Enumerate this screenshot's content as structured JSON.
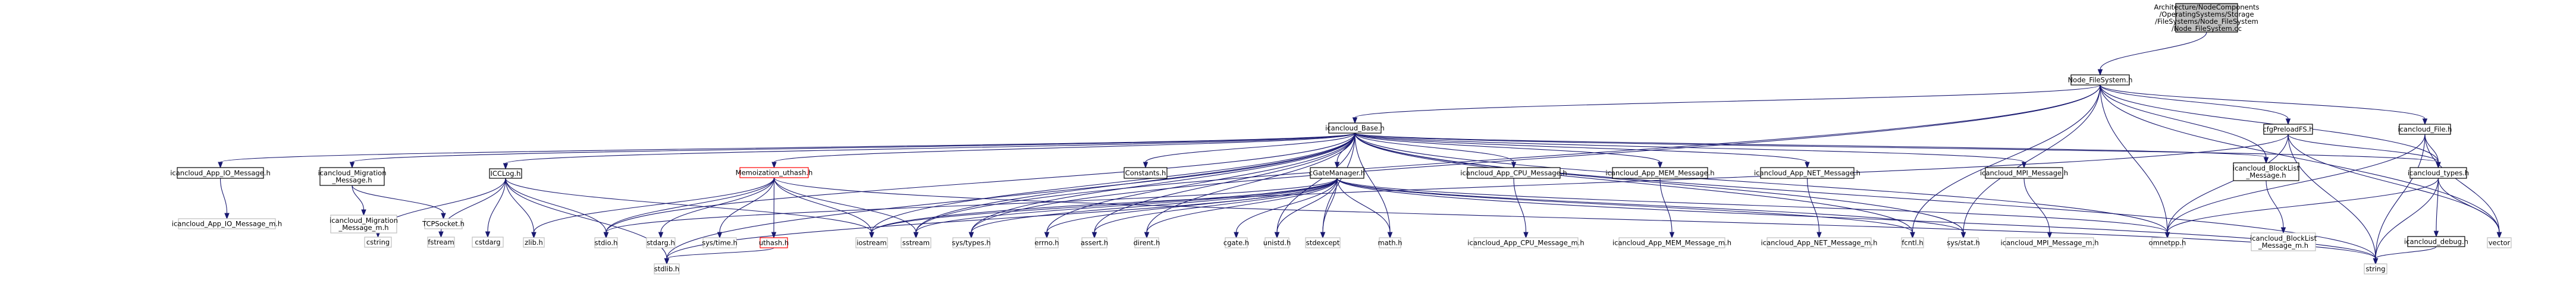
{
  "colors": {
    "edge": "#191970",
    "node_border": "#000000",
    "node_border_missing": "#bfbfbf",
    "node_border_red": "#ff0000",
    "root_fill": "#bfbfbf",
    "node_fill": "#ffffff"
  },
  "nodes": [
    {
      "id": "root",
      "style": "root",
      "lines": [
        "Architecture/NodeComponents",
        "/OperatingSystems/Storage",
        "/FileSystems/Node_FileSystem",
        "/Node_FileSystem.cc"
      ]
    },
    {
      "id": "nfs_h",
      "style": "normal",
      "lines": [
        "Node_FileSystem.h"
      ]
    },
    {
      "id": "base",
      "style": "normal",
      "lines": [
        "icancloud_Base.h"
      ]
    },
    {
      "id": "cfgpre",
      "style": "normal",
      "lines": [
        "cfgPreloadFS.h"
      ]
    },
    {
      "id": "file_h",
      "style": "normal",
      "lines": [
        "icancloud_File.h"
      ]
    },
    {
      "id": "io_msg",
      "style": "normal",
      "lines": [
        "icancloud_App_IO_Message.h"
      ]
    },
    {
      "id": "migr",
      "style": "normal",
      "lines": [
        "icancloud_Migration",
        "_Message.h"
      ]
    },
    {
      "id": "icclog",
      "style": "normal",
      "lines": [
        "ICCLog.h"
      ]
    },
    {
      "id": "memo",
      "style": "red",
      "lines": [
        "Memoization_uthash.h"
      ]
    },
    {
      "id": "consts",
      "style": "normal",
      "lines": [
        "Constants.h"
      ]
    },
    {
      "id": "cgate",
      "style": "normal",
      "lines": [
        "cGateManager.h"
      ]
    },
    {
      "id": "cpu_msg",
      "style": "normal",
      "lines": [
        "icancloud_App_CPU_Message.h"
      ]
    },
    {
      "id": "mem_msg",
      "style": "normal",
      "lines": [
        "icancloud_App_MEM_Message.h"
      ]
    },
    {
      "id": "net_msg",
      "style": "normal",
      "lines": [
        "icancloud_App_NET_Message.h"
      ]
    },
    {
      "id": "mpi_msg",
      "style": "normal",
      "lines": [
        "icancloud_MPI_Message.h"
      ]
    },
    {
      "id": "blocklist",
      "style": "normal",
      "lines": [
        "icancloud_BlockList",
        "_Message.h"
      ]
    },
    {
      "id": "types",
      "style": "normal",
      "lines": [
        "icancloud_types.h"
      ]
    },
    {
      "id": "io_msg_m",
      "style": "missing",
      "lines": [
        "icancloud_App_IO_Message_m.h"
      ]
    },
    {
      "id": "migr_m",
      "style": "missing",
      "lines": [
        "icancloud_Migration",
        "_Message_m.h"
      ]
    },
    {
      "id": "tcpsock",
      "style": "missing",
      "lines": [
        "TCPSocket.h"
      ]
    },
    {
      "id": "cstring",
      "style": "missing",
      "lines": [
        "cstring"
      ]
    },
    {
      "id": "fstream",
      "style": "missing",
      "lines": [
        "fstream"
      ]
    },
    {
      "id": "cstdarg",
      "style": "missing",
      "lines": [
        "cstdarg"
      ]
    },
    {
      "id": "zlib",
      "style": "missing",
      "lines": [
        "zlib.h"
      ]
    },
    {
      "id": "stdio",
      "style": "missing",
      "lines": [
        "stdio.h"
      ]
    },
    {
      "id": "stdarg",
      "style": "missing",
      "lines": [
        "stdarg.h"
      ]
    },
    {
      "id": "systime",
      "style": "missing",
      "lines": [
        "sys/time.h"
      ]
    },
    {
      "id": "uthash",
      "style": "red",
      "lines": [
        "uthash.h"
      ]
    },
    {
      "id": "iostream",
      "style": "missing",
      "lines": [
        "iostream"
      ]
    },
    {
      "id": "sstream",
      "style": "missing",
      "lines": [
        "sstream"
      ]
    },
    {
      "id": "systypes",
      "style": "missing",
      "lines": [
        "sys/types.h"
      ]
    },
    {
      "id": "errno",
      "style": "missing",
      "lines": [
        "errno.h"
      ]
    },
    {
      "id": "assert",
      "style": "missing",
      "lines": [
        "assert.h"
      ]
    },
    {
      "id": "dirent",
      "style": "missing",
      "lines": [
        "dirent.h"
      ]
    },
    {
      "id": "cgate_m",
      "style": "missing",
      "lines": [
        "cgate.h"
      ]
    },
    {
      "id": "unistd",
      "style": "missing",
      "lines": [
        "unistd.h"
      ]
    },
    {
      "id": "stdexcept",
      "style": "missing",
      "lines": [
        "stdexcept"
      ]
    },
    {
      "id": "math",
      "style": "missing",
      "lines": [
        "math.h"
      ]
    },
    {
      "id": "cpu_msg_m",
      "style": "missing",
      "lines": [
        "icancloud_App_CPU_Message_m.h"
      ]
    },
    {
      "id": "mem_msg_m",
      "style": "missing",
      "lines": [
        "icancloud_App_MEM_Message_m.h"
      ]
    },
    {
      "id": "net_msg_m",
      "style": "missing",
      "lines": [
        "icancloud_App_NET_Message_m.h"
      ]
    },
    {
      "id": "fcntl",
      "style": "missing",
      "lines": [
        "fcntl.h"
      ]
    },
    {
      "id": "sysstat",
      "style": "missing",
      "lines": [
        "sys/stat.h"
      ]
    },
    {
      "id": "mpi_msg_m",
      "style": "missing",
      "lines": [
        "icancloud_MPI_Message_m.h"
      ]
    },
    {
      "id": "omnetpp",
      "style": "missing",
      "lines": [
        "omnetpp.h"
      ]
    },
    {
      "id": "debug",
      "style": "normal",
      "lines": [
        "icancloud_debug.h"
      ]
    },
    {
      "id": "vector",
      "style": "missing",
      "lines": [
        "vector"
      ]
    },
    {
      "id": "blocklist_m",
      "style": "missing",
      "lines": [
        "icancloud_BlockList",
        "_Message_m.h"
      ]
    },
    {
      "id": "stdlib",
      "style": "missing",
      "lines": [
        "stdlib.h"
      ]
    },
    {
      "id": "string",
      "style": "missing",
      "lines": [
        "string"
      ]
    }
  ],
  "edges": [
    [
      "root",
      "nfs_h"
    ],
    [
      "nfs_h",
      "base"
    ],
    [
      "nfs_h",
      "cfgpre"
    ],
    [
      "nfs_h",
      "file_h"
    ],
    [
      "nfs_h",
      "blocklist"
    ],
    [
      "nfs_h",
      "types"
    ],
    [
      "nfs_h",
      "omnetpp"
    ],
    [
      "nfs_h",
      "vector"
    ],
    [
      "nfs_h",
      "sysstat"
    ],
    [
      "nfs_h",
      "fcntl"
    ],
    [
      "nfs_h",
      "systypes"
    ],
    [
      "nfs_h",
      "sstream"
    ],
    [
      "base",
      "io_msg"
    ],
    [
      "base",
      "migr"
    ],
    [
      "base",
      "icclog"
    ],
    [
      "base",
      "memo"
    ],
    [
      "base",
      "consts"
    ],
    [
      "base",
      "cgate"
    ],
    [
      "base",
      "cpu_msg"
    ],
    [
      "base",
      "mem_msg"
    ],
    [
      "base",
      "net_msg"
    ],
    [
      "base",
      "mpi_msg"
    ],
    [
      "base",
      "blocklist"
    ],
    [
      "base",
      "types"
    ],
    [
      "base",
      "omnetpp"
    ],
    [
      "base",
      "iostream"
    ],
    [
      "base",
      "sstream"
    ],
    [
      "base",
      "stdio"
    ],
    [
      "base",
      "systypes"
    ],
    [
      "base",
      "errno"
    ],
    [
      "base",
      "assert"
    ],
    [
      "base",
      "dirent"
    ],
    [
      "base",
      "unistd"
    ],
    [
      "base",
      "stdexcept"
    ],
    [
      "base",
      "math"
    ],
    [
      "base",
      "fcntl"
    ],
    [
      "base",
      "sysstat"
    ],
    [
      "base",
      "string"
    ],
    [
      "base",
      "stdlib"
    ],
    [
      "cfgpre",
      "types"
    ],
    [
      "cfgpre",
      "omnetpp"
    ],
    [
      "cfgpre",
      "iostream"
    ],
    [
      "cfgpre",
      "vector"
    ],
    [
      "cfgpre",
      "string"
    ],
    [
      "file_h",
      "types"
    ],
    [
      "file_h",
      "omnetpp"
    ],
    [
      "file_h",
      "vector"
    ],
    [
      "file_h",
      "string"
    ],
    [
      "io_msg",
      "io_msg_m"
    ],
    [
      "migr",
      "migr_m"
    ],
    [
      "migr",
      "tcpsock"
    ],
    [
      "icclog",
      "cstring"
    ],
    [
      "icclog",
      "fstream"
    ],
    [
      "icclog",
      "cstdarg"
    ],
    [
      "icclog",
      "zlib"
    ],
    [
      "icclog",
      "stdio"
    ],
    [
      "icclog",
      "stdlib"
    ],
    [
      "icclog",
      "iostream"
    ],
    [
      "memo",
      "zlib"
    ],
    [
      "memo",
      "stdio"
    ],
    [
      "memo",
      "stdarg"
    ],
    [
      "memo",
      "systime"
    ],
    [
      "memo",
      "uthash"
    ],
    [
      "memo",
      "iostream"
    ],
    [
      "memo",
      "sstream"
    ],
    [
      "memo",
      "string"
    ],
    [
      "uthash",
      "stdlib"
    ],
    [
      "cgate",
      "omnetpp"
    ],
    [
      "cgate",
      "iostream"
    ],
    [
      "cgate",
      "sstream"
    ],
    [
      "cgate",
      "stdio"
    ],
    [
      "cgate",
      "systypes"
    ],
    [
      "cgate",
      "errno"
    ],
    [
      "cgate",
      "assert"
    ],
    [
      "cgate",
      "dirent"
    ],
    [
      "cgate",
      "cgate_m"
    ],
    [
      "cgate",
      "unistd"
    ],
    [
      "cgate",
      "stdexcept"
    ],
    [
      "cgate",
      "math"
    ],
    [
      "cgate",
      "fcntl"
    ],
    [
      "cgate",
      "sysstat"
    ],
    [
      "cgate",
      "string"
    ],
    [
      "cgate",
      "stdlib"
    ],
    [
      "cpu_msg",
      "cpu_msg_m"
    ],
    [
      "mem_msg",
      "mem_msg_m"
    ],
    [
      "net_msg",
      "net_msg_m"
    ],
    [
      "mpi_msg",
      "mpi_msg_m"
    ],
    [
      "blocklist",
      "blocklist_m"
    ],
    [
      "types",
      "omnetpp"
    ],
    [
      "types",
      "debug"
    ],
    [
      "types",
      "vector"
    ],
    [
      "types",
      "string"
    ],
    [
      "debug",
      "string"
    ]
  ]
}
